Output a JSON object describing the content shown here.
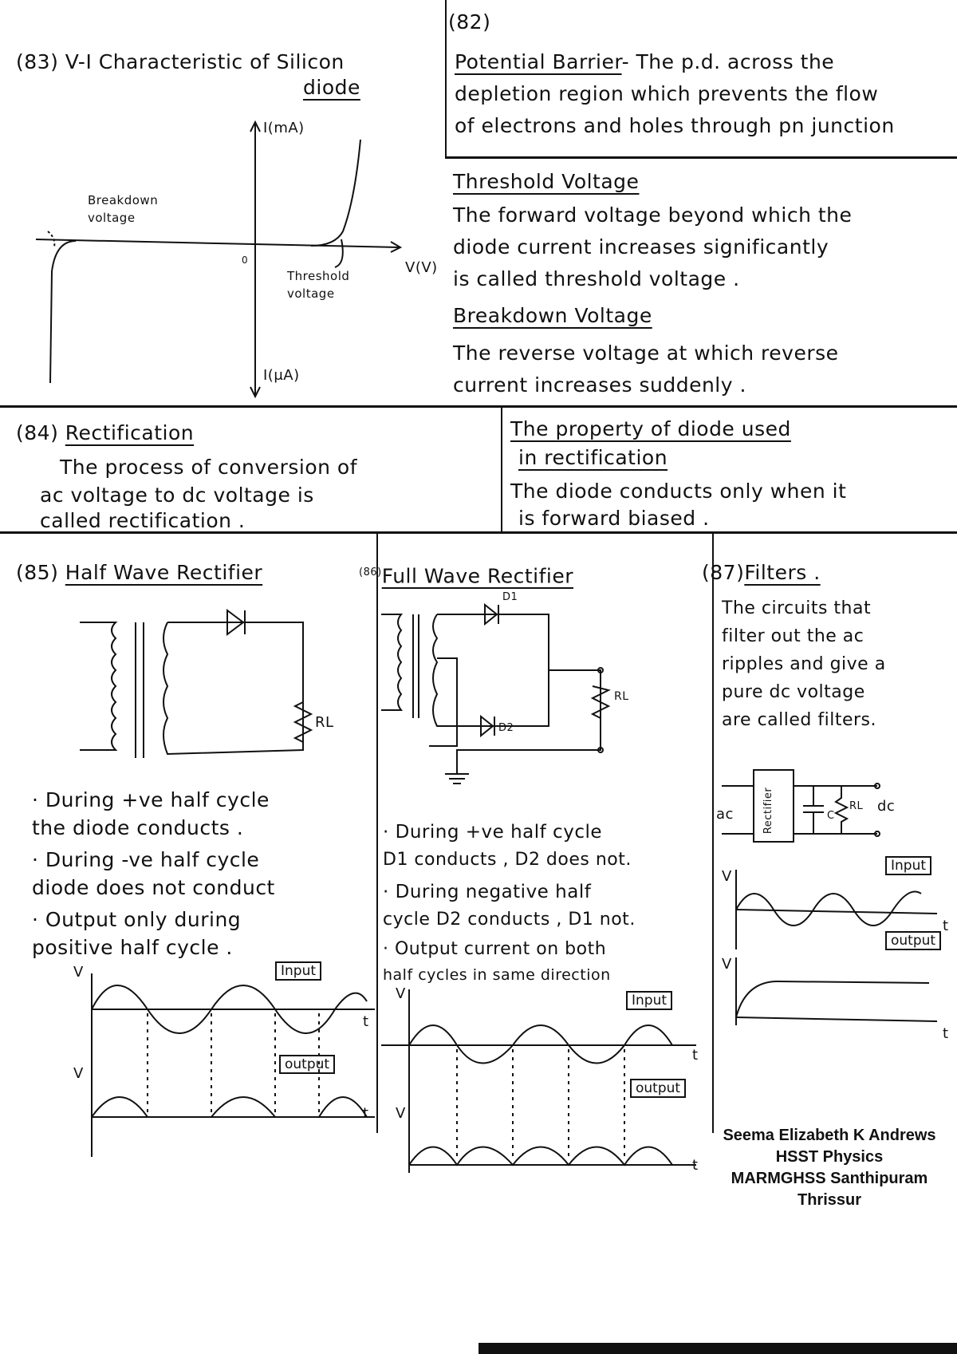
{
  "top_number": "(82)",
  "vi": {
    "title_num": "(83)",
    "title": "V-I Characteristic of Silicon",
    "title_line2": "diode",
    "y_pos": "I(mA)",
    "y_neg": "I(μA)",
    "x_label": "V(V)",
    "origin": "0",
    "breakdown_label": "Breakdown voltage",
    "threshold_label": "Threshold voltage"
  },
  "potential_barrier": {
    "term": "Potential Barrier",
    "lines": [
      "- The p.d. across the",
      "depletion region which prevents the flow",
      "of electrons and holes through pn junction"
    ]
  },
  "threshold": {
    "heading": "Threshold Voltage",
    "lines": [
      "The forward voltage beyond which the",
      "diode current increases significantly",
      "is called threshold voltage ."
    ]
  },
  "breakdown": {
    "heading": "Breakdown Voltage",
    "lines": [
      "The reverse voltage at which reverse",
      "current increases suddenly ."
    ]
  },
  "rectification": {
    "num": "(84)",
    "heading": "Rectification",
    "lines": [
      "The process of conversion of",
      "ac voltage to dc voltage is",
      "called rectification ."
    ]
  },
  "diode_property": {
    "heading_a": "The property of diode used",
    "heading_b": "in rectification",
    "lines": [
      "The diode conducts only when it",
      "is forward biased ."
    ]
  },
  "half_wave": {
    "num": "(85)",
    "title": "Half Wave Rectifier",
    "rl": "RL",
    "bullets": [
      "· During +ve half cycle",
      "  the diode conducts .",
      "· During -ve half cycle",
      "  diode does not conduct",
      "· Output only during",
      "  positive half cycle ."
    ],
    "v": "V",
    "t": "t",
    "input_tag": "Input",
    "output_tag": "output"
  },
  "full_wave": {
    "num": "(86)",
    "title": "Full Wave Rectifier",
    "d1": "D1",
    "d2": "D2",
    "rl": "RL",
    "bullets": [
      "· During +ve half cycle",
      "  D1 conducts , D2 does not.",
      "· During negative half",
      "  cycle D2 conducts , D1 not.",
      "· Output current on both",
      "  half cycles in same direction"
    ],
    "v": "V",
    "t": "t",
    "input_tag": "Input",
    "output_tag": "output"
  },
  "filters": {
    "num": "(87)",
    "title": "Filters .",
    "lines": [
      "The circuits that",
      "filter out the ac",
      "ripples and give a",
      "pure dc voltage",
      "are called filters."
    ],
    "ac": "ac",
    "dc": "dc",
    "block": "Rectifier",
    "c": "C",
    "rl": "RL",
    "v": "V",
    "t": "t",
    "input_tag": "Input",
    "output_tag": "output"
  },
  "signature": [
    "Seema Elizabeth K Andrews",
    "HSST Physics",
    "MARMGHSS Santhipuram",
    "Thrissur"
  ]
}
